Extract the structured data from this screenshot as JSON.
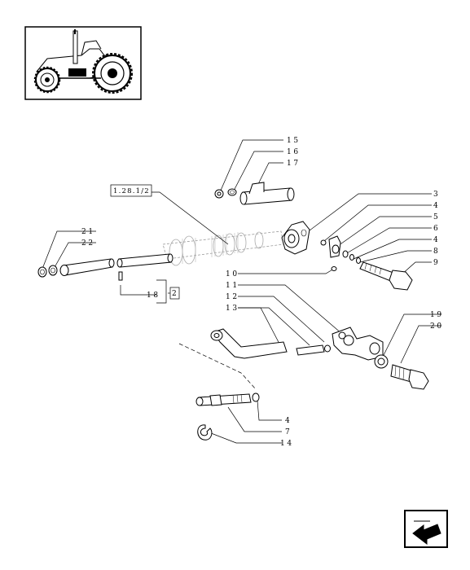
{
  "callouts": [
    "15",
    "16",
    "17",
    "3",
    "4",
    "5",
    "6",
    "4",
    "8",
    "9",
    "21",
    "22",
    "18",
    "10",
    "11",
    "12",
    "13",
    "19",
    "20",
    "4",
    "7",
    "14"
  ],
  "references": {
    "ref_main": "1.28.1/2",
    "ref_box": "2"
  },
  "icons": {
    "thumbnail": "tractor-thumbnail-icon",
    "nav": "next-page-arrow-icon"
  }
}
